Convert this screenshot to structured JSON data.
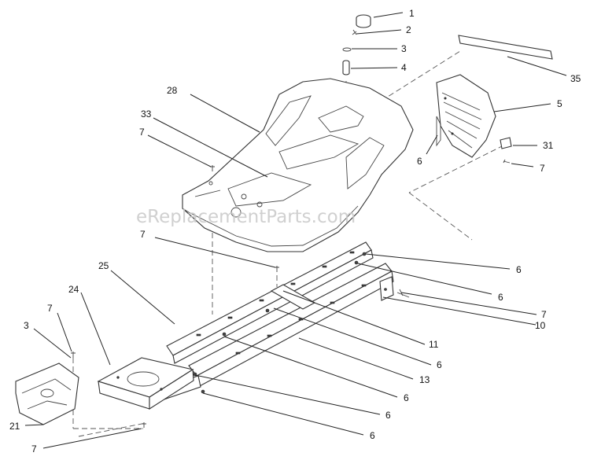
{
  "watermark": "eReplacementParts.com",
  "callouts": [
    {
      "id": "c1",
      "text": "1"
    },
    {
      "id": "c2",
      "text": "2"
    },
    {
      "id": "c3",
      "text": "3"
    },
    {
      "id": "c4",
      "text": "4"
    },
    {
      "id": "c35",
      "text": "35"
    },
    {
      "id": "c28",
      "text": "28"
    },
    {
      "id": "c5",
      "text": "5"
    },
    {
      "id": "c33",
      "text": "33"
    },
    {
      "id": "c7a",
      "text": "7"
    },
    {
      "id": "c31",
      "text": "31"
    },
    {
      "id": "c6a",
      "text": "6"
    },
    {
      "id": "c7b",
      "text": "7"
    },
    {
      "id": "c7c",
      "text": "7"
    },
    {
      "id": "c25",
      "text": "25"
    },
    {
      "id": "c6b",
      "text": "6"
    },
    {
      "id": "c24",
      "text": "24"
    },
    {
      "id": "c6c",
      "text": "6"
    },
    {
      "id": "c7d",
      "text": "7"
    },
    {
      "id": "c7e",
      "text": "7"
    },
    {
      "id": "c10",
      "text": "10"
    },
    {
      "id": "c3b",
      "text": "3"
    },
    {
      "id": "c11",
      "text": "11"
    },
    {
      "id": "c6d",
      "text": "6"
    },
    {
      "id": "c13",
      "text": "13"
    },
    {
      "id": "c6e",
      "text": "6"
    },
    {
      "id": "c6f",
      "text": "6"
    },
    {
      "id": "c21",
      "text": "21"
    },
    {
      "id": "c6g",
      "text": "6"
    },
    {
      "id": "c7f",
      "text": "7"
    }
  ]
}
